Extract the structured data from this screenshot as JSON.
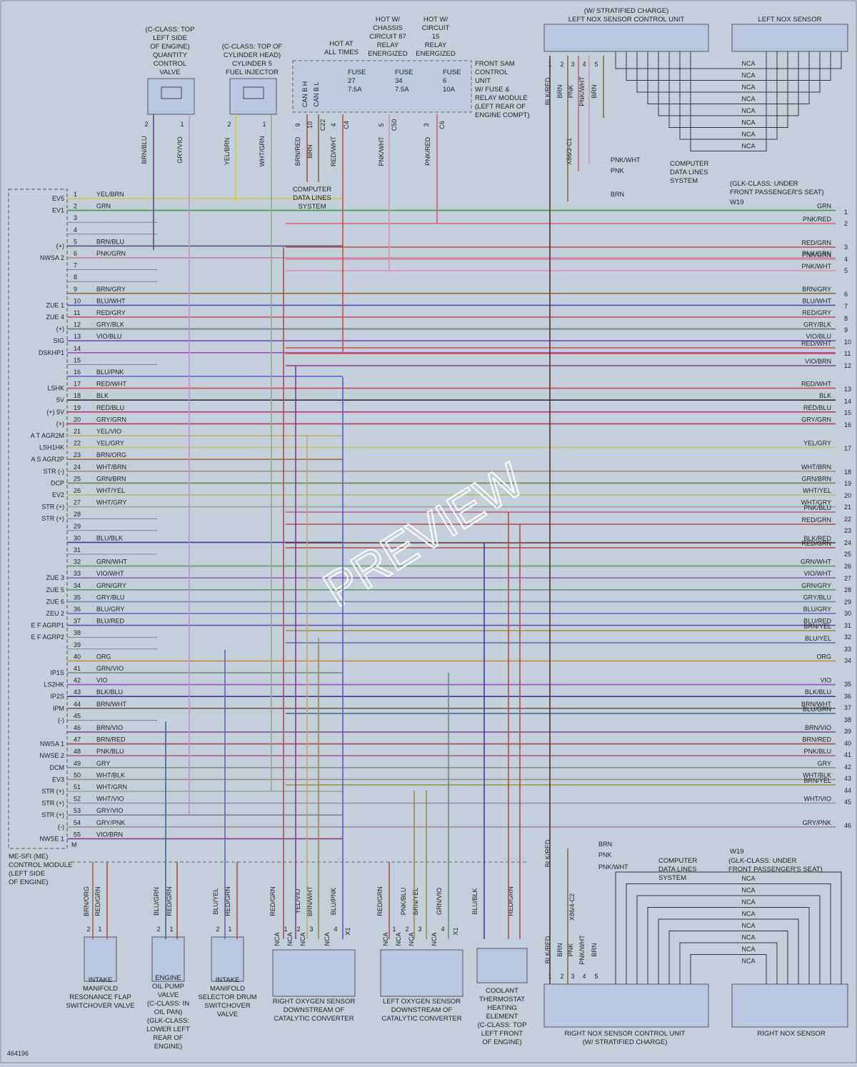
{
  "doc_id": "464196",
  "watermark": "PREVIEW",
  "module": {
    "title_lines": [
      "ME-SFI (ME)",
      "CONTROL MODULE",
      "(LEFT SIDE",
      "OF ENGINE)"
    ],
    "end_label": "M"
  },
  "pins": [
    {
      "n": "1",
      "name": "EV5",
      "wire": "YEL/BRN",
      "color": "#d8c838",
      "right": null,
      "rlabel": ""
    },
    {
      "n": "2",
      "name": "EV1",
      "wire": "GRN",
      "color": "#3a9a3a",
      "right": "1",
      "rlabel": "GRN"
    },
    {
      "n": "3",
      "name": "",
      "wire": "",
      "color": null,
      "right": null,
      "rlabel": ""
    },
    {
      "n": "4",
      "name": "",
      "wire": "",
      "color": null,
      "right": null,
      "rlabel": ""
    },
    {
      "n": "5",
      "name": "(+)",
      "wire": "BRN/BLU",
      "color": "#5a4a7a",
      "right": null,
      "rlabel": ""
    },
    {
      "n": "6",
      "name": "NWSA 2",
      "wire": "PNK/GRN",
      "color": "#c87a9a",
      "right": "3",
      "rlabel": "PNK/GRN"
    },
    {
      "n": "7",
      "name": "",
      "wire": "",
      "color": null,
      "right": null,
      "rlabel": ""
    },
    {
      "n": "8",
      "name": "",
      "wire": "",
      "color": null,
      "right": null,
      "rlabel": ""
    },
    {
      "n": "9",
      "name": "",
      "wire": "BRN/GRY",
      "color": "#8a6a4a",
      "right": "6",
      "rlabel": "BRN/GRY"
    },
    {
      "n": "10",
      "name": "ZUE 1",
      "wire": "BLU/WHT",
      "color": "#4a4ac8",
      "right": "7",
      "rlabel": "BLU/WHT"
    },
    {
      "n": "11",
      "name": "ZUE 4",
      "wire": "RED/GRY",
      "color": "#c84a5a",
      "right": "8",
      "rlabel": "RED/GRY"
    },
    {
      "n": "12",
      "name": "(+)",
      "wire": "GRY/BLK",
      "color": "#707070",
      "right": "9",
      "rlabel": "GRY/BLK"
    },
    {
      "n": "13",
      "name": "SIG",
      "wire": "VIO/BLU",
      "color": "#7a4ab8",
      "right": "9a",
      "rlabel": "VIO/BLU"
    },
    {
      "n": "14",
      "name": "DSKHP1",
      "wire": "",
      "color": "#a050c0",
      "right": "10",
      "rlabel": ""
    },
    {
      "n": "15",
      "name": "",
      "wire": "",
      "color": null,
      "right": null,
      "rlabel": ""
    },
    {
      "n": "16",
      "name": "",
      "wire": "BLU/PNK",
      "color": "#5a5ad8",
      "right": null,
      "rlabel": ""
    },
    {
      "n": "17",
      "name": "LSHK",
      "wire": "RED/WHT",
      "color": "#d04a4a",
      "right": "13",
      "rlabel": "RED/WHT"
    },
    {
      "n": "18",
      "name": "5V",
      "wire": "BLK",
      "color": "#303030",
      "right": "14",
      "rlabel": "BLK"
    },
    {
      "n": "19",
      "name": "(+) 5V",
      "wire": "RED/BLU",
      "color": "#b03a6a",
      "right": "15",
      "rlabel": "RED/BLU"
    },
    {
      "n": "20",
      "name": "(+)",
      "wire": "GRY/GRN",
      "color": "#b03a5a",
      "right": "16",
      "rlabel": "GRY/GRN"
    },
    {
      "n": "21",
      "name": "A T AGR2M",
      "wire": "YEL/VIO",
      "color": "#c8a858",
      "right": null,
      "rlabel": ""
    },
    {
      "n": "22",
      "name": "LSH1HK",
      "wire": "YEL/GRY",
      "color": "#c8c860",
      "right": "17",
      "rlabel": "YEL/GRY"
    },
    {
      "n": "23",
      "name": "A S AGR2P",
      "wire": "BRN/ORG",
      "color": "#a06a3a",
      "right": null,
      "rlabel": ""
    },
    {
      "n": "24",
      "name": "STR (-)",
      "wire": "WHT/BRN",
      "color": "#a89070",
      "right": "18",
      "rlabel": "WHT/BRN"
    },
    {
      "n": "25",
      "name": "DCP",
      "wire": "GRN/BRN",
      "color": "#6a8a4a",
      "right": "19",
      "rlabel": "GRN/BRN"
    },
    {
      "n": "26",
      "name": "EV2",
      "wire": "WHT/YEL",
      "color": "#b8b870",
      "right": "20",
      "rlabel": "WHT/YEL"
    },
    {
      "n": "27",
      "name": "STR (+)",
      "wire": "WHT/GRY",
      "color": "#a0a0a0",
      "right": "21",
      "rlabel": "WHT/GRY"
    },
    {
      "n": "28",
      "name": "STR (+)",
      "wire": "",
      "color": null,
      "right": null,
      "rlabel": ""
    },
    {
      "n": "29",
      "name": "",
      "wire": "",
      "color": null,
      "right": null,
      "rlabel": ""
    },
    {
      "n": "30",
      "name": "",
      "wire": "BLU/BLK",
      "color": "#3a3aa8",
      "right": null,
      "rlabel": ""
    },
    {
      "n": "31",
      "name": "",
      "wire": "",
      "color": null,
      "right": null,
      "rlabel": ""
    },
    {
      "n": "32",
      "name": "",
      "wire": "GRN/WHT",
      "color": "#5aa05a",
      "right": "26",
      "rlabel": "GRN/WHT"
    },
    {
      "n": "33",
      "name": "ZUE 3",
      "wire": "VIO/WHT",
      "color": "#9a5ac8",
      "right": "27",
      "rlabel": "VIO/WHT"
    },
    {
      "n": "34",
      "name": "ZUE 5",
      "wire": "GRN/GRY",
      "color": "#5a9a6a",
      "right": "28",
      "rlabel": "GRN/GRY"
    },
    {
      "n": "35",
      "name": "ZUE 6",
      "wire": "GRY/BLU",
      "color": "#6a8ab0",
      "right": "29",
      "rlabel": "GRY/BLU"
    },
    {
      "n": "36",
      "name": "ZEU 2",
      "wire": "BLU/GRY",
      "color": "#5a6ac0",
      "right": "30",
      "rlabel": "BLU/GRY"
    },
    {
      "n": "37",
      "name": "E F AGRP1",
      "wire": "BLU/RED",
      "color": "#6a4ab0",
      "right": "31",
      "rlabel": "BLU/RED"
    },
    {
      "n": "38",
      "name": "E F AGRP2",
      "wire": "",
      "color": null,
      "right": null,
      "rlabel": ""
    },
    {
      "n": "39",
      "name": "",
      "wire": "",
      "color": null,
      "right": null,
      "rlabel": ""
    },
    {
      "n": "40",
      "name": "",
      "wire": "ORG",
      "color": "#d08a3a",
      "right": "34",
      "rlabel": "ORG"
    },
    {
      "n": "41",
      "name": "IP1S",
      "wire": "GRN/VIO",
      "color": "#6a8a7a",
      "right": null,
      "rlabel": ""
    },
    {
      "n": "42",
      "name": "LS2HK",
      "wire": "VIO",
      "color": "#9a4ac8",
      "right": "35",
      "rlabel": "VIO"
    },
    {
      "n": "43",
      "name": "IP2S",
      "wire": "BLK/BLU",
      "color": "#3a3a8a",
      "right": "36",
      "rlabel": "BLK/BLU"
    },
    {
      "n": "44",
      "name": "IPM",
      "wire": "BRN/WHT",
      "color": "#7a5a4a",
      "right": "37",
      "rlabel": "BRN/WHT"
    },
    {
      "n": "45",
      "name": "(-)",
      "wire": "",
      "color": null,
      "right": null,
      "rlabel": ""
    },
    {
      "n": "46",
      "name": "",
      "wire": "BRN/VIO",
      "color": "#7a4a8a",
      "right": "39",
      "rlabel": "BRN/VIO"
    },
    {
      "n": "47",
      "name": "NWSA 1",
      "wire": "BRN/RED",
      "color": "#a04a4a",
      "right": "40",
      "rlabel": "BRN/RED"
    },
    {
      "n": "48",
      "name": "NWSE 2",
      "wire": "PNK/BLU",
      "color": "#b85a9a",
      "right": "41",
      "rlabel": "PNK/BLU"
    },
    {
      "n": "49",
      "name": "DCM",
      "wire": "GRY",
      "color": "#8a8a8a",
      "right": "42",
      "rlabel": "GRY"
    },
    {
      "n": "50",
      "name": "EV3",
      "wire": "WHT/BLK",
      "color": "#9a8a8a",
      "right": "43",
      "rlabel": "WHT/BLK"
    },
    {
      "n": "51",
      "name": "STR (+)",
      "wire": "WHT/GRN",
      "color": "#8aaa8a",
      "right": null,
      "rlabel": ""
    },
    {
      "n": "52",
      "name": "STR (+)",
      "wire": "WHT/VIO",
      "color": "#a090b0",
      "right": "45",
      "rlabel": "WHT/VIO"
    },
    {
      "n": "53",
      "name": "STR (+)",
      "wire": "GRY/VIO",
      "color": "#8a7aa0",
      "right": null,
      "rlabel": ""
    },
    {
      "n": "54",
      "name": "(-)",
      "wire": "GRY/PNK",
      "color": "#a08a9a",
      "right": "46",
      "rlabel": "GRY/PNK"
    },
    {
      "n": "55",
      "name": "NWSE 1",
      "wire": "VIO/BRN",
      "color": "#8a3a8a",
      "right": null,
      "rlabel": ""
    }
  ],
  "extra_right": [
    {
      "n": "2",
      "rlabel": "PNK/RED",
      "color": "#d85a7a"
    },
    {
      "n": "3",
      "rlabel": "RED/GRN",
      "color": "#b84a4a"
    },
    {
      "n": "4",
      "rlabel": "PNK/GRN",
      "color": "#c87a9a"
    },
    {
      "n": "5",
      "rlabel": "PNK/WHT",
      "color": "#d890b0"
    },
    {
      "n": "10",
      "rlabel": "RED/WHT",
      "color": "#d04a4a"
    },
    {
      "n": "11",
      "rlabel": "",
      "color": "#d04a4a"
    },
    {
      "n": "12",
      "rlabel": "VIO/BRN",
      "color": "#8a3a8a"
    },
    {
      "n": "22",
      "rlabel": "PNK/BLU",
      "color": "#b85a9a"
    },
    {
      "n": "23",
      "rlabel": "RED/GRN",
      "color": "#b84a4a"
    },
    {
      "n": "24",
      "rlabel": "BLK/RED",
      "color": "#5a3030"
    },
    {
      "n": "25",
      "rlabel": "RED/GRN",
      "color": "#b84a4a"
    },
    {
      "n": "32",
      "rlabel": "BRN/YEL",
      "color": "#a08a3a"
    },
    {
      "n": "33",
      "rlabel": "BLU/YEL",
      "color": "#5a6ab0"
    },
    {
      "n": "38",
      "rlabel": "BLU/GRN",
      "color": "#3a6a8a"
    },
    {
      "n": "44",
      "rlabel": "BRN/YEL",
      "color": "#a08a3a"
    }
  ],
  "top_components": {
    "qcv": {
      "lines": [
        "(C-CLASS: TOP",
        "LEFT SIDE",
        "OF ENGINE)",
        "QUANTITY",
        "CONTROL",
        "VALVE"
      ],
      "wires": [
        "BRN/BLU",
        "GRY/VIO"
      ],
      "pins": [
        "2",
        "1"
      ]
    },
    "inj": {
      "lines": [
        "(C-CLASS: TOP OF",
        "CYLINDER HEAD)",
        "CYLINDER 5",
        "FUEL INJECTOR"
      ],
      "wires": [
        "YEL/BRN",
        "WHT/GRN"
      ],
      "pins": [
        "2",
        "1"
      ]
    },
    "hot_all": [
      "HOT AT",
      "ALL TIMES"
    ],
    "hot_87": [
      "HOT W/",
      "CHASSIS",
      "CIRCUIT 87",
      "RELAY",
      "ENERGIZED"
    ],
    "hot_15": [
      "HOT W/",
      "CIRCUIT",
      "15",
      "RELAY",
      "ENERGIZED"
    ],
    "sam": [
      "FRONT SAM",
      "CONTROL",
      "UNIT",
      "W/ FUSE &",
      "RELAY MODULE",
      "(LEFT REAR OF",
      "ENGINE COMPT)"
    ],
    "fuses": [
      {
        "lines": [
          "FUSE",
          "27",
          "7.5A"
        ]
      },
      {
        "lines": [
          "FUSE",
          "34",
          "7.5A"
        ]
      },
      {
        "lines": [
          "FUSE",
          "6",
          "10A"
        ]
      }
    ],
    "can": [
      "CAN B H",
      "CAN B L"
    ],
    "sam_pins": [
      "9",
      "10",
      "C22",
      "4",
      "C4",
      "5",
      "C50",
      "3",
      "C6"
    ],
    "sam_wires": [
      "BRN/RED",
      "BRN",
      "RED/WHT",
      "PNK/WHT",
      "PNK/RED"
    ],
    "cdl": [
      "COMPUTER",
      "DATA LINES",
      "SYSTEM"
    ]
  },
  "left_nox": {
    "unit_lines": [
      "(W/ STRATIFIED CHARGE)",
      "LEFT NOX SENSOR CONTROL UNIT"
    ],
    "sensor": "LEFT NOX SENSOR",
    "pins": [
      "1",
      "2",
      "3",
      "4",
      "5"
    ],
    "wires": [
      "BLK/RED",
      "BRN",
      "PNK",
      "PNK/WHT",
      "BRN"
    ],
    "conn": "X86/3-C1",
    "pnkwht": "PNK/WHT",
    "pnk": "PNK",
    "brn": "BRN",
    "glk": [
      "(GLK-CLASS: UNDER",
      "FRONT PASSENGER'S SEAT)"
    ],
    "w19": "W19",
    "nca": "NCA"
  },
  "right_nox": {
    "unit_lines": [
      "RIGHT NOX SENSOR CONTROL UNIT",
      "(W/ STRATIFIED CHARGE)"
    ],
    "sensor": "RIGHT NOX SENSOR",
    "conn": "X86/4-C2",
    "glk": [
      "(GLK-CLASS: UNDER",
      "FRONT PASSENGER'S SEAT)"
    ],
    "w19": "W19"
  },
  "bottom_components": [
    {
      "id": "imrf",
      "lines": [
        "INTAKE",
        "MANIFOLD",
        "RESONANCE FLAP",
        "SWITCHOVER VALVE"
      ],
      "wires": [
        "BRN/ORG",
        "RED/GRN"
      ],
      "pins": [
        "2",
        "1"
      ]
    },
    {
      "id": "eop",
      "lines": [
        "ENGINE",
        "OIL PUMP",
        "VALVE",
        "(C-CLASS: IN",
        "OIL PAN)",
        "(GLK-CLASS:",
        "LOWER LEFT",
        "REAR OF",
        "ENGINE)"
      ],
      "wires": [
        "BLU/GRN",
        "RED/GRN"
      ],
      "pins": [
        "2",
        "1"
      ]
    },
    {
      "id": "imsd",
      "lines": [
        "INTAKE",
        "MANIFOLD",
        "SELECTOR DRUM",
        "SWITCHOVER",
        "VALVE"
      ],
      "wires": [
        "BLU/YEL",
        "RED/GRN"
      ],
      "pins": [
        "2",
        "1"
      ]
    },
    {
      "id": "ro2",
      "lines": [
        "RIGHT OXYGEN SENSOR",
        "DOWNSTREAM OF",
        "CATALYTIC CONVERTER"
      ],
      "wires": [
        "RED/GRN",
        "YEL/VIO",
        "BRN/WHT",
        "BLU/PNK"
      ],
      "pins": [
        "1",
        "2",
        "3",
        "4"
      ],
      "conn": "X1",
      "nca": "NCA"
    },
    {
      "id": "lo2",
      "lines": [
        "LEFT OXYGEN SENSOR",
        "DOWNSTREAM OF",
        "CATALYTIC CONVERTER"
      ],
      "wires": [
        "RED/GRN",
        "PNK/BLU",
        "BRN/YEL",
        "GRN/VIO"
      ],
      "pins": [
        "1",
        "2",
        "3",
        "4"
      ],
      "conn": "X1",
      "nca": "NCA"
    },
    {
      "id": "cth",
      "lines": [
        "COOLANT",
        "THERMOSTAT",
        "HEATING",
        "ELEMENT",
        "(C-CLASS: TOP",
        "LEFT FRONT",
        "OF ENGINE)"
      ],
      "wires": [
        "BLU/BLK",
        "RED/GRN"
      ]
    }
  ]
}
